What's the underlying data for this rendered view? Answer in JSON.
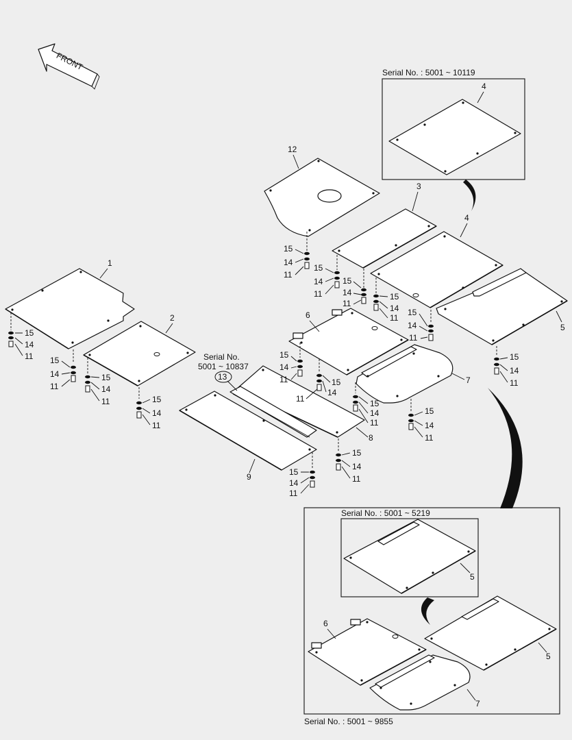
{
  "diagram": {
    "front_label": "FRONT",
    "parts": {
      "p1": "1",
      "p2": "2",
      "p3": "3",
      "p4": "4",
      "p5": "5",
      "p6": "6",
      "p7": "7",
      "p8": "8",
      "p9": "9",
      "p12": "12",
      "p13": "13"
    },
    "hardware": {
      "washer_15": "15",
      "washer_14": "14",
      "bolt_11": "11"
    },
    "serial_labels": {
      "top_right": "Serial No. : 5001 ~ 10119",
      "part13_line1": "Serial No.",
      "part13_line2": "5001 ~ 10837",
      "inset_inner": "Serial No. : 5001 ~ 5219",
      "inset_outer": "Serial No. : 5001 ~ 9855"
    }
  }
}
